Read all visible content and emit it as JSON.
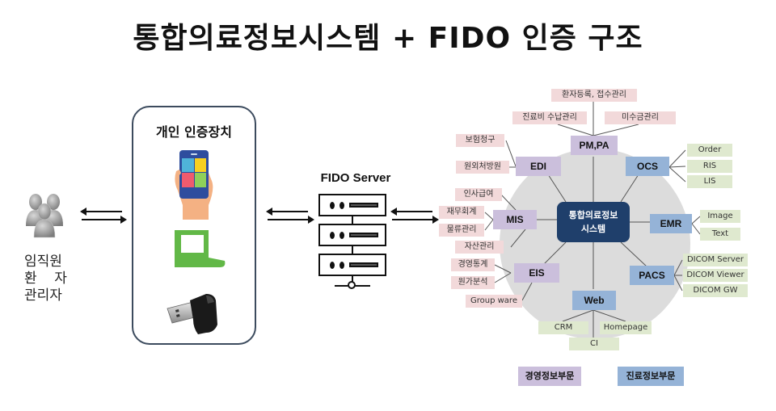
{
  "title": "통합의료정보시스템 + FIDO 인증 구조",
  "users": {
    "icon": "users-group-icon",
    "lines": [
      "임직원",
      "환    자",
      "관리자"
    ]
  },
  "devices": {
    "title": "개인 인증장치",
    "items": [
      {
        "name": "smartphone",
        "icon": "smartphone-in-hand-icon"
      },
      {
        "name": "laptop",
        "icon": "laptop-icon"
      },
      {
        "name": "usb-key",
        "icon": "usb-security-key-icon"
      }
    ]
  },
  "fido": {
    "title": "FIDO Server",
    "icon": "server-rack-icon"
  },
  "his": {
    "core": [
      "통합의료정보",
      "시스템"
    ],
    "modules": {
      "pmpa": {
        "label": "PM,PA",
        "items": [
          "환자등록, 접수관리",
          "진료비 수납관리",
          "미수금관리"
        ]
      },
      "edi": {
        "label": "EDI",
        "items": [
          "보험청구",
          "원외처방원"
        ]
      },
      "mis": {
        "label": "MIS",
        "items": [
          "인사급여",
          "재무회계",
          "물류관리",
          "자산관리"
        ]
      },
      "eis": {
        "label": "EIS",
        "items": [
          "경영통계",
          "원가분석",
          "Group ware"
        ]
      },
      "ocs": {
        "label": "OCS",
        "items": [
          "Order",
          "RIS",
          "LIS"
        ]
      },
      "emr": {
        "label": "EMR",
        "items": [
          "Image",
          "Text"
        ]
      },
      "pacs": {
        "label": "PACS",
        "items": [
          "DICOM Server",
          "DICOM Viewer",
          "DICOM GW"
        ]
      },
      "web": {
        "label": "Web",
        "items": [
          "CRM",
          "Homepage",
          "CI"
        ]
      }
    },
    "legend": {
      "management": "경영정보부문",
      "clinical": "진료정보부문"
    },
    "colors": {
      "core": "#1f3f6b",
      "management_module": "#cbbfdc",
      "clinical_module": "#95b3d7",
      "management_item": "#f2d9da",
      "clinical_item": "#dfe9cf",
      "circle": "#dcdcdc"
    }
  }
}
